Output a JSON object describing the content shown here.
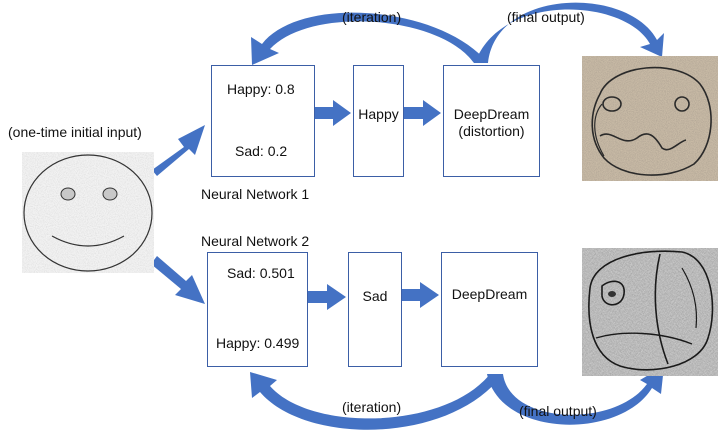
{
  "labels": {
    "initial_input": "(one-time initial input)",
    "iteration_top": "(iteration)",
    "final_output_top": "(final output)",
    "iteration_bottom": "(iteration)",
    "final_output_bottom": "(final output)"
  },
  "network1": {
    "name": "Neural Network 1",
    "score_a": "Happy: 0.8",
    "score_b": "Sad: 0.2",
    "prediction": "Happy",
    "dream_line1": "DeepDream",
    "dream_line2": "(distortion)"
  },
  "network2": {
    "name": "Neural Network 2",
    "score_a": "Sad: 0.501",
    "score_b": "Happy: 0.499",
    "prediction": "Sad",
    "dream_line1": "DeepDream"
  },
  "colors": {
    "arrow": "#4472c4",
    "box_border": "#3b5ea6"
  }
}
